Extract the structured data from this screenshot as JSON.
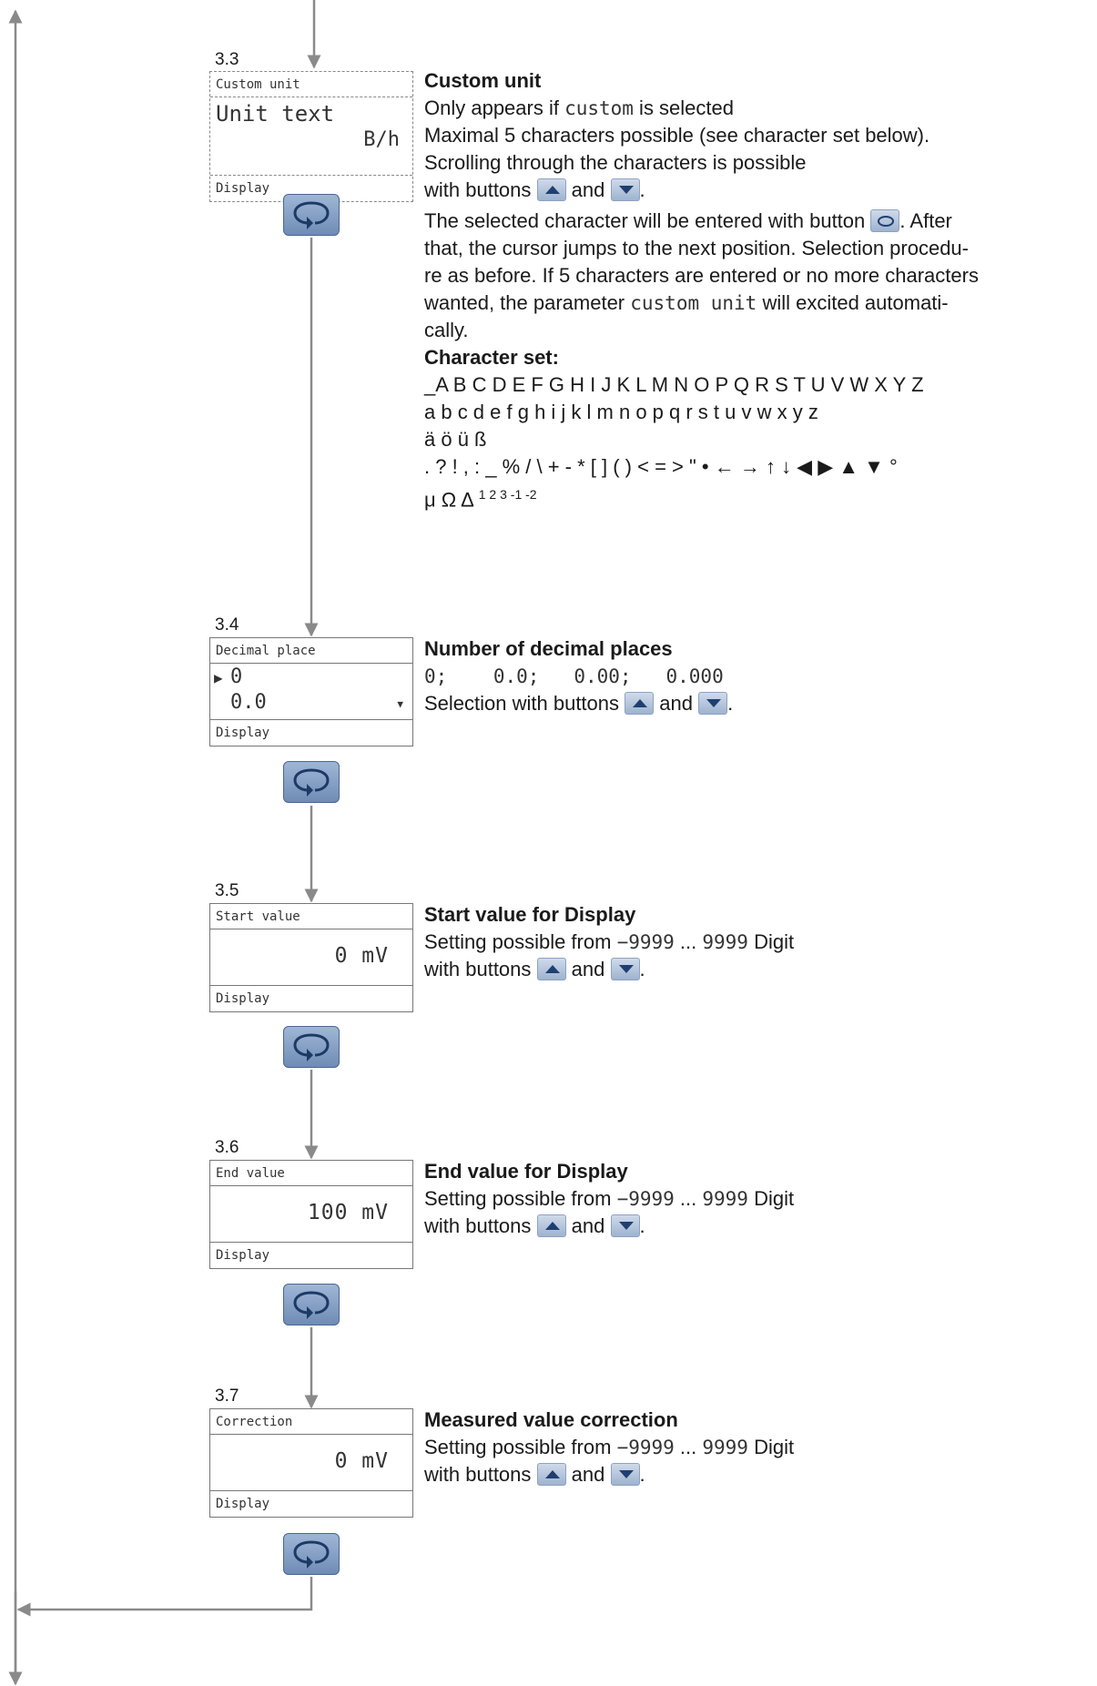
{
  "steps": [
    {
      "num": "3.3",
      "screen": {
        "header": "Custom unit",
        "line1": "Unit text",
        "line2": "B/h",
        "footer": "Display"
      },
      "title": "Custom unit",
      "only_appears_pre": "Only appears if ",
      "only_appears_mono": "custom",
      "only_appears_post": " is selected",
      "line_max": "Maximal 5 characters possible (see character set below).",
      "line_scroll": "Scrolling through the characters is possible",
      "with_buttons": "with buttons",
      "and": "and",
      "period": ".",
      "selected_pre": "The selected character will be entered with button",
      "selected_post": ". After",
      "cursor_line": "that, the cursor jumps to the next position. Selection procedu-",
      "re_line": "re as before. If 5 characters are entered or no more characters",
      "wanted_pre": "wanted, the parameter ",
      "wanted_mono": "custom unit",
      "wanted_post": " will excited automati-",
      "cally": "cally.",
      "charset_title": "Character set:",
      "charset_lines": [
        "_A B C D E F G H I J K L M N O P Q R S T U V W X Y Z",
        "a b c d e f g h i j k l m n o p q r s t u v w x y z",
        "ä ö ü ß",
        ". ? ! , : _ % / \\ + - * [ ] ( ) < = >  \" • ← → ↑ ↓  ◀ ▶  ▲ ▼ °"
      ],
      "greek": "μ Ω Δ",
      "superscripts": "1  2  3   -1  -2"
    },
    {
      "num": "3.4",
      "screen": {
        "header": "Decimal place",
        "opt1": "0",
        "opt2": "0.0",
        "footer": "Display"
      },
      "title": "Number of decimal places",
      "options_line": "0;    0.0;   0.00;   0.000",
      "selection_pre": "Selection with buttons",
      "and": "and",
      "period": "."
    },
    {
      "num": "3.5",
      "screen": {
        "header": "Start value",
        "value": "0 mV",
        "footer": "Display"
      },
      "title": "Start value for Display",
      "setting_pre": "Setting possible from",
      "range": "−9999",
      "ellipsis": "...",
      "range_end": "9999",
      "digit": "Digit",
      "with_buttons": "with buttons",
      "and": "and",
      "period": "."
    },
    {
      "num": "3.6",
      "screen": {
        "header": "End value",
        "value": "100 mV",
        "footer": "Display"
      },
      "title": "End value for Display",
      "setting_pre": "Setting possible from",
      "range": "−9999",
      "ellipsis": "...",
      "range_end": "9999",
      "digit": "Digit",
      "with_buttons": "with buttons",
      "and": "and",
      "period": "."
    },
    {
      "num": "3.7",
      "screen": {
        "header": "Correction",
        "value": "0 mV",
        "footer": "Display"
      },
      "title": "Measured value correction",
      "setting_pre": "Setting possible from",
      "range": "−9999",
      "ellipsis": "...",
      "range_end": "9999",
      "digit": "Digit",
      "with_buttons": "with buttons",
      "and": "and",
      "period": "."
    }
  ],
  "colors": {
    "arrow": "#8a8a8a",
    "button_blue": "#7b96bf"
  },
  "icons": [
    "enter-loop-icon",
    "up-arrow-button-icon",
    "down-arrow-button-icon"
  ]
}
